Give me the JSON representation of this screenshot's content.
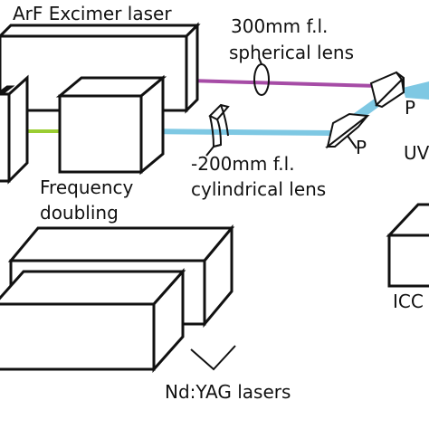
{
  "labels": {
    "arf_laser": "ArF Excimer laser",
    "spherical_lens_line1": "300mm f.l.",
    "spherical_lens_line2": "spherical lens",
    "cylindrical_lens_line1": "-200mm f.l.",
    "cylindrical_lens_line2": "cylindrical lens",
    "frequency_doubling_line1": "Frequency",
    "frequency_doubling_line2": "doubling",
    "prism_upper": "P",
    "prism_lower": "P",
    "uv_partial": "UV",
    "iccd_partial": "ICC",
    "ndyag_lasers": "Nd:YAG lasers"
  },
  "colors": {
    "excimer_beam": "#a64ca6",
    "uv_beam": "#7ec8e3",
    "green_beam": "#9acd32",
    "outline": "#111111"
  }
}
